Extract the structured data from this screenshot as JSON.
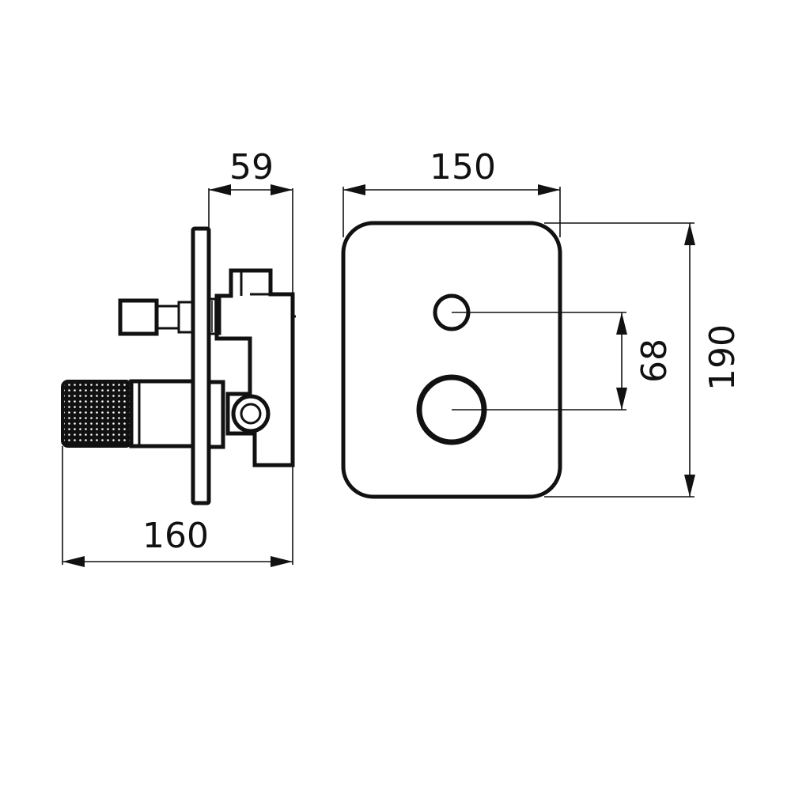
{
  "colors": {
    "line": "#111111",
    "background": "#ffffff"
  },
  "dimensions": {
    "side_depth": "59",
    "side_width": "160",
    "plate_width": "150",
    "plate_height": "190",
    "knob_spacing": "68"
  }
}
